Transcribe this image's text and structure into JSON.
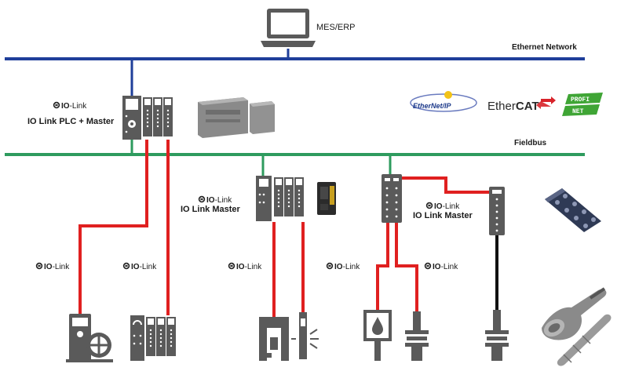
{
  "labels": {
    "mes_erp": "MES/ERP",
    "ethernet_network": "Ethernet Network",
    "fieldbus": "Fieldbus",
    "io_link": "IO-Link",
    "io_link_io": "IO",
    "io_link_rest": "-Link",
    "plc_master": "IO Link PLC + Master",
    "io_link_master": "IO Link Master",
    "ethernet_ip": "EtherNet/IP",
    "ethercat_a": "Ether",
    "ethercat_b": "CAT",
    "profinet_top": "PROFI",
    "profinet_bottom": "NET"
  },
  "colors": {
    "ethernet_line": "#1f3f9a",
    "fieldbus_line": "#2e9b5e",
    "io_link_cable": "#e02020",
    "standard_cable": "#111111",
    "device_gray": "#5a5a5a",
    "light_gray": "#9a9a9a",
    "ethercat_arrow": "#d8232a",
    "profinet_green": "#3fa535"
  },
  "icons": {
    "computer": "laptop-icon",
    "plc": "plc-master-icon",
    "drive": "drive-icon",
    "io_module": "io-module-icon",
    "valve": "valve-icon",
    "light_barrier": "light-barrier-icon",
    "pressure_sensor": "pressure-sensor-icon",
    "prox_sensor": "proximity-sensor-icon",
    "hub": "io-hub-icon"
  }
}
